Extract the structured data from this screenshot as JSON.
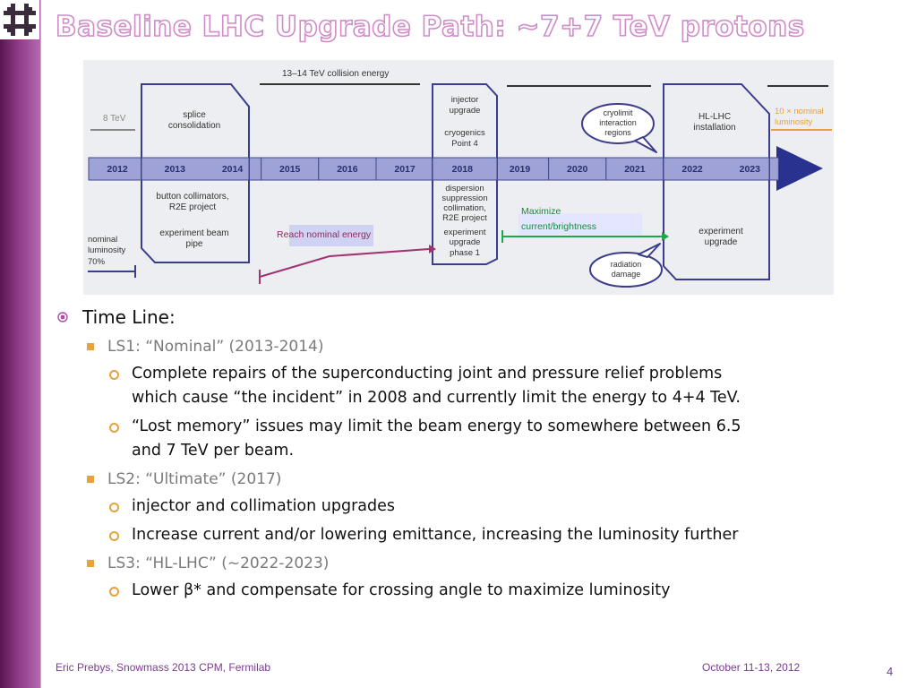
{
  "slide": {
    "title": "Baseline LHC Upgrade Path: ~7+7 TeV protons",
    "footer_left": "Eric Prebys, Snowmass 2013 CPM, Fermilab",
    "footer_date": "October 11-13, 2012",
    "page_number": "4"
  },
  "figure": {
    "top_banner": "13–14 TeV collision energy",
    "years": [
      "2012",
      "2013",
      "2014",
      "2015",
      "2016",
      "2017",
      "2018",
      "2019",
      "2020",
      "2021",
      "2022",
      "2023"
    ],
    "labels": {
      "tev8": "8 TeV",
      "splice_1": "splice",
      "splice_2": "consolidation",
      "injector_1": "injector",
      "injector_2": "upgrade",
      "cryo_1": "cryogenics",
      "cryo_2": "Point 4",
      "cryolimit_1": "cryolimit",
      "cryolimit_2": "interaction",
      "cryolimit_3": "regions",
      "hllhc_1": "HL-LHC",
      "hllhc_2": "installation",
      "nominal10_1": "10 × nominal",
      "nominal10_2": "luminosity",
      "button_1": "button collimators,",
      "button_2": "R2E project",
      "expbeam_1": "experiment beam",
      "expbeam_2": "pipe",
      "disp_1": "dispersion",
      "disp_2": "suppression",
      "disp_3": "collimation,",
      "disp_4": "R2E project",
      "disp_5": "experiment",
      "disp_6": "upgrade",
      "disp_7": "phase 1",
      "maximize_1": "Maximize",
      "maximize_2": "current/brightness",
      "reach": "Reach nominal energy",
      "nomlum_1": "nominal",
      "nomlum_2": "luminosity",
      "nomlum_3": "70%",
      "expup_1": "experiment",
      "expup_2": "upgrade",
      "raddam_1": "radiation",
      "raddam_2": "damage"
    }
  },
  "bullets": {
    "time_line": "Time Line:",
    "ls1": "LS1: “Nominal” (2013-2014)",
    "ls1_a_line1": "Complete repairs of the superconducting joint and pressure relief problems",
    "ls1_a_line2": "which cause “the incident” in 2008 and currently limit the energy to 4+4 TeV.",
    "ls1_b_line1": "“Lost memory” issues may limit the beam energy to somewhere between 6.5",
    "ls1_b_line2": "and 7 TeV per beam.",
    "ls2": "LS2: “Ultimate” (2017)",
    "ls2_a": "injector and collimation upgrades",
    "ls2_b": "Increase current and/or lowering emittance, increasing the luminosity further",
    "ls3": "LS3: “HL-LHC” (~2022-2023)",
    "ls3_a": "Lower β* and compensate for crossing angle to maximize luminosity"
  }
}
